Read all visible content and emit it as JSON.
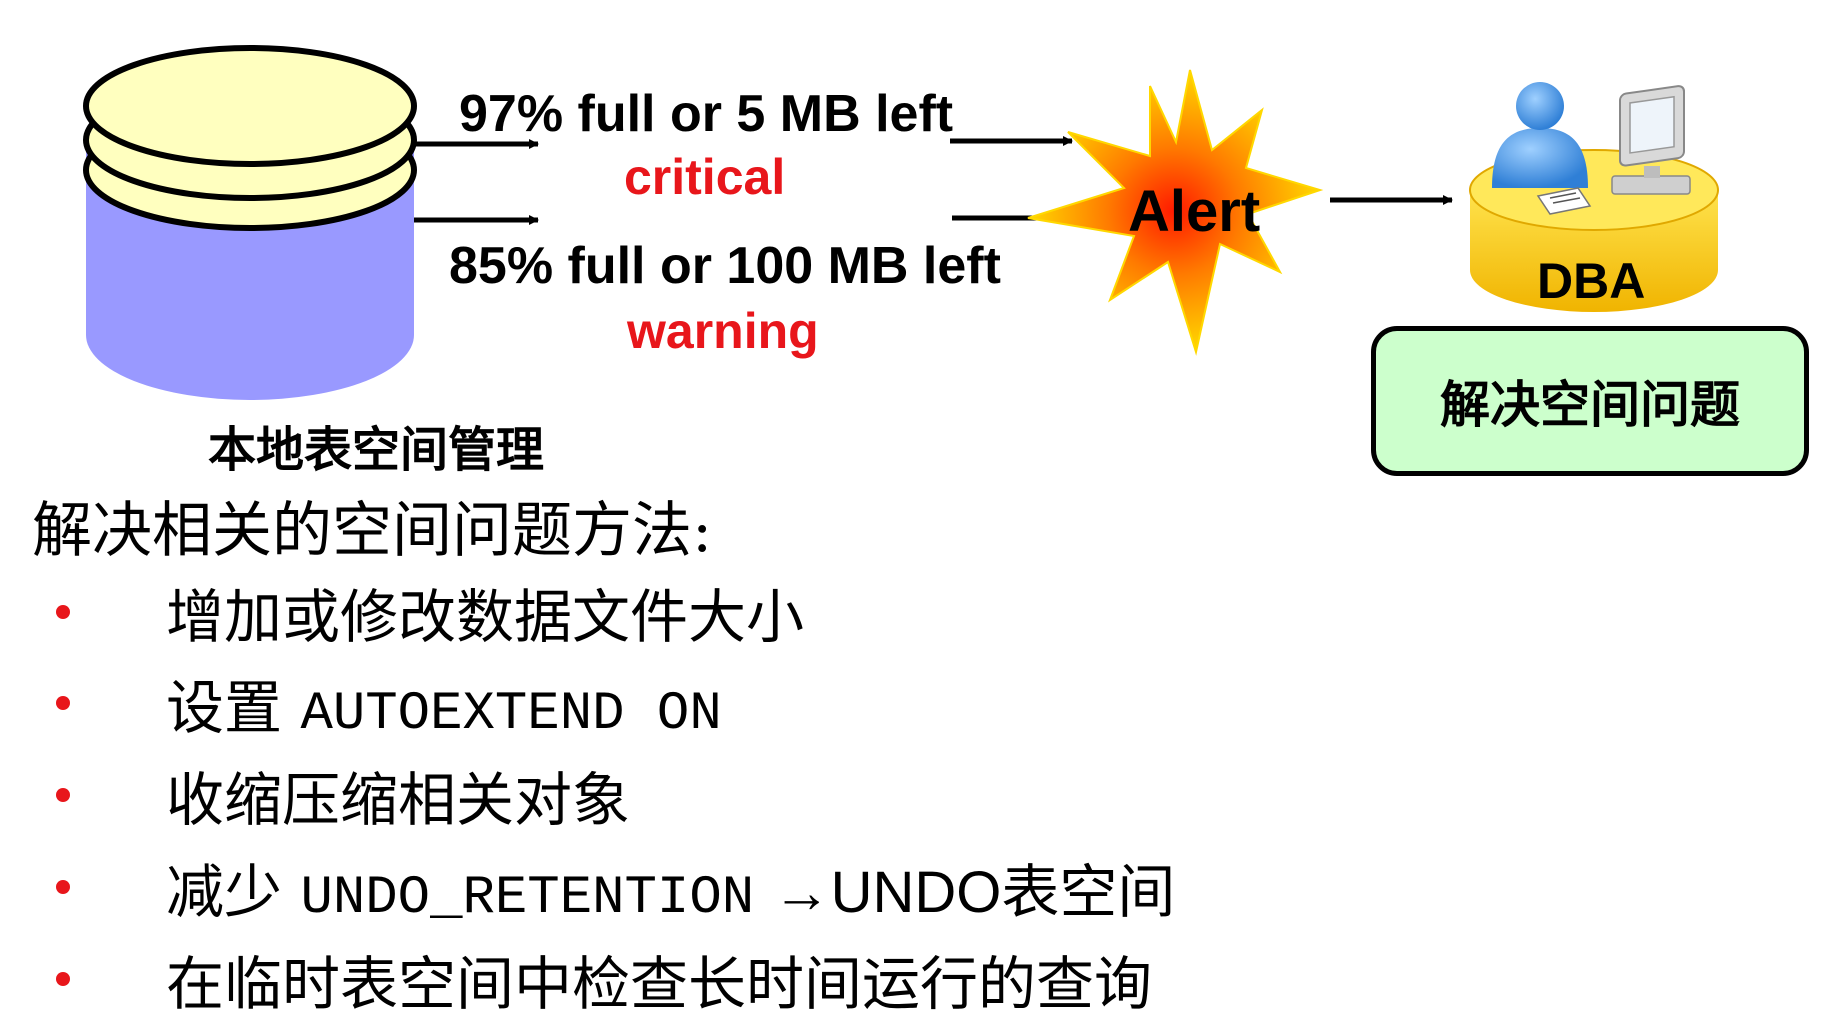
{
  "tablespace": {
    "label": "本地表空间管理"
  },
  "thresholds": {
    "critical": {
      "condition": "97% full or 5 MB left",
      "level": "critical"
    },
    "warning": {
      "condition": "85% full or 100 MB left",
      "level": "warning"
    }
  },
  "alert": {
    "label": "Alert"
  },
  "dba": {
    "label": "DBA"
  },
  "resolution_box": {
    "text": "解决空间问题"
  },
  "methods": {
    "heading": "解决相关的空间问题方法:",
    "items": [
      {
        "text": "增加或修改数据文件大小"
      },
      {
        "prefix": "设置",
        "code": "AUTOEXTEND ON"
      },
      {
        "text": "收缩压缩相关对象"
      },
      {
        "prefix": "减少",
        "code": "UNDO_RETENTION",
        "arrow": "→",
        "suffix_sans": "UNDO",
        "suffix": "表空间"
      },
      {
        "text": "在临时表空间中检查长时间运行的查询"
      }
    ]
  },
  "colors": {
    "disk_top": "#ffffbf",
    "disk_body": "#9999ff",
    "level_text": "#e8161b",
    "alert_burst_outer": "#ffd400",
    "alert_burst_inner": "#ff2a00",
    "dba_pedestal": "#ffcc00",
    "resolution_box_fill": "#ccffcc",
    "bullet": "#e8161b"
  }
}
